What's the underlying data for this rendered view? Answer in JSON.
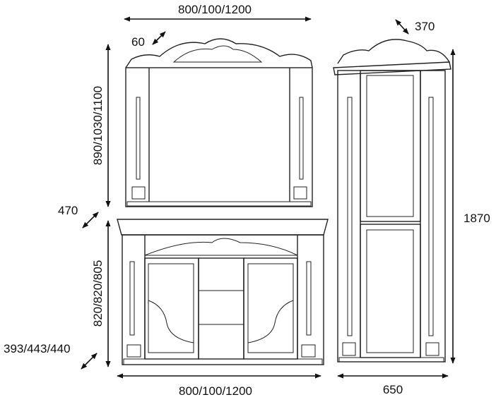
{
  "diagram": {
    "labels": {
      "mirror_width": "800/100/1200",
      "mirror_depth": "60",
      "mirror_height": "890/1030/1100",
      "vanity_top_depth": "470",
      "vanity_height": "820/820/805",
      "vanity_depth": "393/443/440",
      "vanity_width": "800/100/1200",
      "cabinet_depth": "370",
      "cabinet_height": "1870",
      "cabinet_width": "650"
    }
  }
}
